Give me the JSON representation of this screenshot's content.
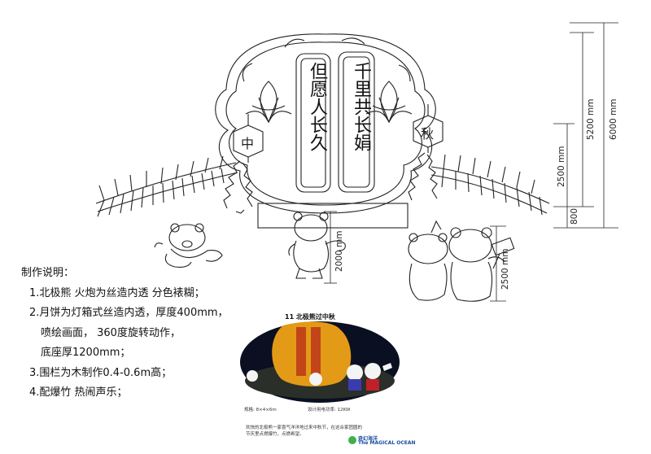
{
  "left_banner": {
    "chars": "但愿人长久"
  },
  "right_banner": {
    "chars": "千里共长娟"
  },
  "lantern_left": {
    "char": "中"
  },
  "lantern_right": {
    "char": "秋"
  },
  "dimensions": {
    "d6000": "6000 mm",
    "d5200": "5200 mm",
    "d2500_right": "2500 mm",
    "d800": "800",
    "d2000": "2000 mm",
    "d2500_bear": "2500 mm"
  },
  "notes": {
    "title": "制作说明：",
    "items": [
      "1.北极熊 火炮为丝造内透 分色裱糊；",
      "2.月饼为灯箱式丝造内透，厚度400mm，",
      "喷绘画面， 360度旋转动作，",
      "底座厚1200mm；",
      "3.围栏为木制作0.4-0.6m高；",
      "4.配爆竹 热闹声乐；"
    ]
  },
  "photo": {
    "caption": "11 北极熊过中秋",
    "size_text": "规格: 8×4×6m",
    "power_text": "设计用电功率: 12KW",
    "desc_line1": "欢快的北极熊一家喜气洋洋地过来中秋节，在这合家团圆的",
    "desc_line2": "节庆里点燃爆竹，点燃希望。",
    "brand_cn": "奇幻海洋",
    "brand_en": "The MAGICAL OCEAN",
    "colors": {
      "sky": "#0b0f22",
      "moon": "#e39a16",
      "bear": "#f4f4f4"
    }
  }
}
